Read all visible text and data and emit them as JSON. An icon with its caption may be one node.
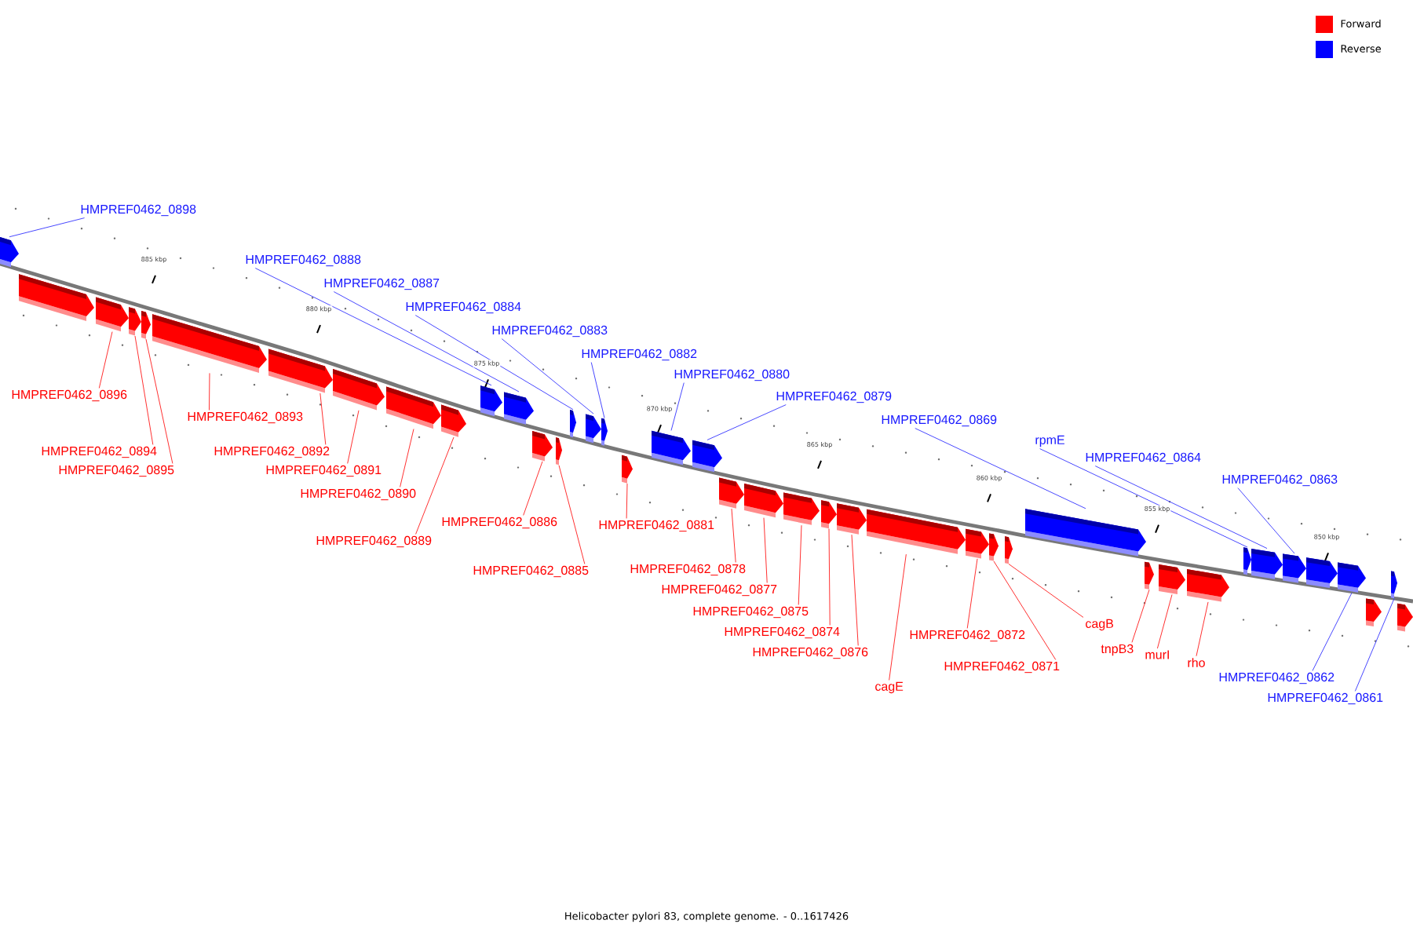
{
  "diagram": {
    "caption": "Helicobacter pylori 83, complete genome. - 0..1617426",
    "nodes": [
      {
        "text": [
          "HMPREF0462_0898"
        ]
      },
      {
        "text": [
          "HMPREF0462_0888"
        ]
      },
      {
        "text": [
          "HMPREF0462_0887"
        ]
      },
      {
        "text": [
          "HMPREF0462_0884"
        ]
      },
      {
        "text": [
          "HMPREF0462_0883"
        ]
      },
      {
        "text": [
          "HMPREF0462_0882"
        ]
      },
      {
        "text": [
          "HMPREF0462_0880"
        ]
      },
      {
        "text": [
          "HMPREF0462_0896"
        ]
      },
      {
        "text": [
          "HMPREF0462_0879"
        ]
      },
      {
        "text": [
          "HMPREF0462_0869"
        ]
      },
      {
        "text": [
          "HMPREF0462_0893"
        ]
      },
      {
        "text": [
          "rpmE"
        ]
      },
      {
        "text": [
          "HMPREF0462_0894"
        ]
      },
      {
        "text": [
          "HMPREF0462_0892"
        ]
      },
      {
        "text": [
          "HMPREF0462_0864"
        ]
      },
      {
        "text": [
          "HMPREF0462_0895"
        ]
      },
      {
        "text": [
          "HMPREF0462_0891"
        ]
      },
      {
        "text": [
          "HMPREF0462_0863"
        ]
      },
      {
        "text": [
          "HMPREF0462_0890"
        ]
      },
      {
        "text": [
          "HMPREF0462_0886"
        ]
      },
      {
        "text": [
          "HMPREF0462_0881"
        ]
      },
      {
        "text": [
          "HMPREF0462_0889"
        ]
      },
      {
        "text": [
          "HMPREF0462_0878"
        ]
      },
      {
        "text": [
          "HMPREF0462_0885"
        ]
      },
      {
        "text": [
          "HMPREF0462_0877"
        ]
      },
      {
        "text": [
          "HMPREF0462_0875"
        ]
      },
      {
        "text": [
          "HMPREF0462_0874"
        ]
      },
      {
        "text": [
          "HMPREF0462_0872"
        ]
      },
      {
        "text": [
          "HMPREF0462_0876"
        ]
      },
      {
        "text": [
          "cagB"
        ]
      },
      {
        "text": [
          "tnpB3"
        ]
      },
      {
        "text": [
          "murI"
        ]
      },
      {
        "text": [
          "HMPREF0462_0871"
        ]
      },
      {
        "text": [
          "rho"
        ]
      },
      {
        "text": [
          "HMPREF0462_0862"
        ]
      },
      {
        "text": [
          "cagE"
        ]
      },
      {
        "text": [
          "HMPREF0462_0861"
        ]
      },
      {
        "text": [],
        "shape": "bar"
      },
      {
        "text": [],
        "shape": "bar"
      },
      {
        "text": [],
        "shape": "bar"
      },
      {
        "text": [],
        "shape": "bar"
      },
      {
        "text": [],
        "shape": "bar"
      },
      {
        "text": [],
        "shape": "bar"
      },
      {
        "text": [],
        "shape": "bar"
      },
      {
        "text": [],
        "shape": "bar"
      },
      {
        "text": [],
        "shape": "bar"
      },
      {
        "text": [],
        "shape": "bar"
      },
      {
        "text": [],
        "shape": "bar"
      },
      {
        "text": [],
        "shape": "bar"
      },
      {
        "text": [],
        "shape": "bar"
      },
      {
        "text": [],
        "shape": "bar"
      },
      {
        "text": [],
        "shape": "bar"
      },
      {
        "text": [],
        "shape": "bar"
      },
      {
        "text": [],
        "shape": "bar"
      },
      {
        "text": [],
        "shape": "bar"
      },
      {
        "text": [],
        "shape": "bar"
      },
      {
        "text": [],
        "shape": "bar"
      },
      {
        "text": [],
        "shape": "bar"
      },
      {
        "text": [],
        "shape": "bar"
      },
      {
        "text": [],
        "shape": "bar"
      },
      {
        "text": [],
        "shape": "bar"
      },
      {
        "text": [],
        "shape": "bar"
      },
      {
        "text": [],
        "shape": "bar"
      },
      {
        "text": [],
        "shape": "bar"
      },
      {
        "text": [],
        "shape": "bar"
      },
      {
        "text": [],
        "shape": "bar"
      },
      {
        "text": [],
        "shape": "bar"
      },
      {
        "text": [],
        "shape": "bar"
      },
      {
        "text": [],
        "shape": "bar"
      },
      {
        "text": [],
        "shape": "bar"
      },
      {
        "text": [],
        "shape": "bar"
      },
      {
        "text": [],
        "shape": "bar"
      },
      {
        "text": [],
        "shape": "bar"
      },
      {
        "text": [],
        "shape": "bar"
      },
      {
        "text": [],
        "shape": "bar"
      },
      {
        "text": [],
        "shape": "bar"
      },
      {
        "text": [],
        "shape": "bar"
      },
      {
        "text": [],
        "shape": "bar"
      }
    ],
    "edges": [
      {
        "from": 0,
        "to": 37,
        "arrow": "none",
        "color": "#3333ff"
      },
      {
        "from": 1,
        "to": 47,
        "arrow": "none",
        "color": "#3333ff"
      },
      {
        "from": 2,
        "to": 48,
        "arrow": "none",
        "color": "#3333ff"
      },
      {
        "from": 3,
        "to": 51,
        "arrow": "none",
        "color": "#3333ff"
      },
      {
        "from": 4,
        "to": 52,
        "arrow": "none",
        "color": "#3333ff"
      },
      {
        "from": 5,
        "to": 53,
        "arrow": "none",
        "color": "#3333ff"
      },
      {
        "from": 6,
        "to": 55,
        "arrow": "none",
        "color": "#3333ff"
      },
      {
        "from": 7,
        "to": 39,
        "arrow": "none"
      },
      {
        "from": 8,
        "to": 56,
        "arrow": "none",
        "color": "#3333ff"
      },
      {
        "from": 9,
        "to": 66,
        "arrow": "none",
        "color": "#3333ff"
      },
      {
        "from": 10,
        "to": 42,
        "arrow": "none"
      },
      {
        "from": 11,
        "to": 70,
        "arrow": "none",
        "color": "#3333ff"
      },
      {
        "from": 12,
        "to": 40,
        "arrow": "none"
      },
      {
        "from": 13,
        "to": 43,
        "arrow": "none"
      },
      {
        "from": 14,
        "to": 71,
        "arrow": "none",
        "color": "#3333ff"
      },
      {
        "from": 15,
        "to": 41,
        "arrow": "none"
      },
      {
        "from": 16,
        "to": 44,
        "arrow": "none"
      },
      {
        "from": 17,
        "to": 72,
        "arrow": "none",
        "color": "#3333ff"
      },
      {
        "from": 18,
        "to": 45,
        "arrow": "none"
      },
      {
        "from": 19,
        "to": 49,
        "arrow": "none"
      },
      {
        "from": 20,
        "to": 54,
        "arrow": "none"
      },
      {
        "from": 21,
        "to": 46,
        "arrow": "none"
      },
      {
        "from": 22,
        "to": 57,
        "arrow": "none"
      },
      {
        "from": 23,
        "to": 50,
        "arrow": "none"
      },
      {
        "from": 24,
        "to": 58,
        "arrow": "none"
      },
      {
        "from": 25,
        "to": 59,
        "arrow": "none"
      },
      {
        "from": 26,
        "to": 60,
        "arrow": "none"
      },
      {
        "from": 27,
        "to": 63,
        "arrow": "none"
      },
      {
        "from": 28,
        "to": 61,
        "arrow": "none"
      },
      {
        "from": 29,
        "to": 65,
        "arrow": "none"
      },
      {
        "from": 30,
        "to": 67,
        "arrow": "none"
      },
      {
        "from": 31,
        "to": 68,
        "arrow": "none"
      },
      {
        "from": 32,
        "to": 64,
        "arrow": "none"
      },
      {
        "from": 33,
        "to": 69,
        "arrow": "none"
      },
      {
        "from": 34,
        "to": 74,
        "arrow": "none",
        "color": "#3333ff"
      },
      {
        "from": 35,
        "to": 62,
        "arrow": "none"
      },
      {
        "from": 36,
        "to": 76,
        "arrow": "none",
        "color": "#3333ff"
      }
    ],
    "labels": [
      "885 kbp",
      "880 kbp",
      "875 kbp",
      "870 kbp",
      "865 kbp",
      "860 kbp",
      "855 kbp",
      "850 kbp"
    ],
    "legend": [
      {
        "text": "Forward",
        "color": "#ff0000"
      },
      {
        "text": "Reverse",
        "color": "#0000ff"
      }
    ]
  }
}
